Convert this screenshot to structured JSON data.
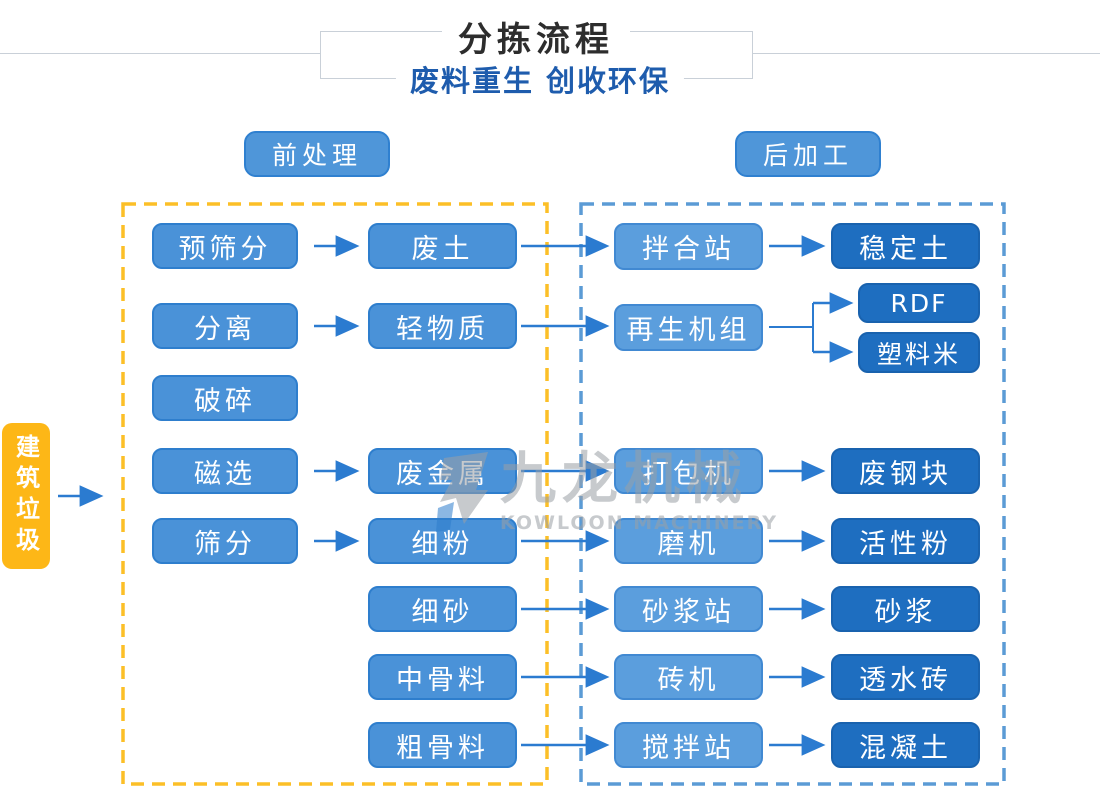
{
  "header": {
    "title": "分拣流程",
    "subtitle": "废料重生 创收环保"
  },
  "sections": {
    "pre_label": "前处理",
    "post_label": "后加工"
  },
  "source": {
    "label": "建筑垃圾"
  },
  "watermark": {
    "name_cn": "九龙机械",
    "name_en": "KOWLOON MACHINERY"
  },
  "colors": {
    "node_medium": "#4a92d8",
    "node_light": "#5b9edd",
    "node_dark": "#1e6ec0",
    "source_yellow": "#fdb717",
    "dash_yellow": "#fcbf27",
    "dash_blue": "#5b9bd5",
    "arrow_blue": "#2b7bd0",
    "subtitle_blue": "#1e5cad",
    "title_dark": "#2d2d2d"
  },
  "nodes": {
    "pre_screening": {
      "label": "预筛分"
    },
    "separation": {
      "label": "分离"
    },
    "crushing": {
      "label": "破碎"
    },
    "magnetic_separation": {
      "label": "磁选"
    },
    "screening": {
      "label": "筛分"
    },
    "waste_soil": {
      "label": "废土"
    },
    "light_material": {
      "label": "轻物质"
    },
    "waste_metal": {
      "label": "废金属"
    },
    "fine_powder": {
      "label": "细粉"
    },
    "fine_sand": {
      "label": "细砂"
    },
    "medium_aggregate": {
      "label": "中骨料"
    },
    "coarse_aggregate": {
      "label": "粗骨料"
    },
    "mixing_station": {
      "label": "拌合站"
    },
    "regeneration_unit": {
      "label": "再生机组"
    },
    "baler": {
      "label": "打包机"
    },
    "mill": {
      "label": "磨机"
    },
    "mortar_station": {
      "label": "砂浆站"
    },
    "brick_machine": {
      "label": "砖机"
    },
    "stirring_station": {
      "label": "搅拌站"
    },
    "stabilized_soil": {
      "label": "稳定土"
    },
    "rdf": {
      "label": "RDF"
    },
    "plastic_pellet": {
      "label": "塑料米"
    },
    "waste_steel": {
      "label": "废钢块"
    },
    "active_powder": {
      "label": "活性粉"
    },
    "mortar": {
      "label": "砂浆"
    },
    "permeable_brick": {
      "label": "透水砖"
    },
    "concrete": {
      "label": "混凝土"
    }
  },
  "diagram": {
    "type": "flowchart",
    "edges": [
      {
        "from": "建筑垃圾",
        "to": "前处理"
      },
      {
        "from": "预筛分",
        "to": "废土"
      },
      {
        "from": "分离",
        "to": "轻物质"
      },
      {
        "from": "磁选",
        "to": "废金属"
      },
      {
        "from": "筛分",
        "to": "细粉"
      },
      {
        "from": "废土",
        "to": "拌合站"
      },
      {
        "from": "轻物质",
        "to": "再生机组"
      },
      {
        "from": "废金属",
        "to": "打包机"
      },
      {
        "from": "细粉",
        "to": "磨机"
      },
      {
        "from": "细砂",
        "to": "砂浆站"
      },
      {
        "from": "中骨料",
        "to": "砖机"
      },
      {
        "from": "粗骨料",
        "to": "搅拌站"
      },
      {
        "from": "拌合站",
        "to": "稳定土"
      },
      {
        "from": "再生机组",
        "to": "RDF"
      },
      {
        "from": "再生机组",
        "to": "塑料米"
      },
      {
        "from": "打包机",
        "to": "废钢块"
      },
      {
        "from": "磨机",
        "to": "活性粉"
      },
      {
        "from": "砂浆站",
        "to": "砂浆"
      },
      {
        "from": "砖机",
        "to": "透水砖"
      },
      {
        "from": "搅拌站",
        "to": "混凝土"
      }
    ]
  }
}
